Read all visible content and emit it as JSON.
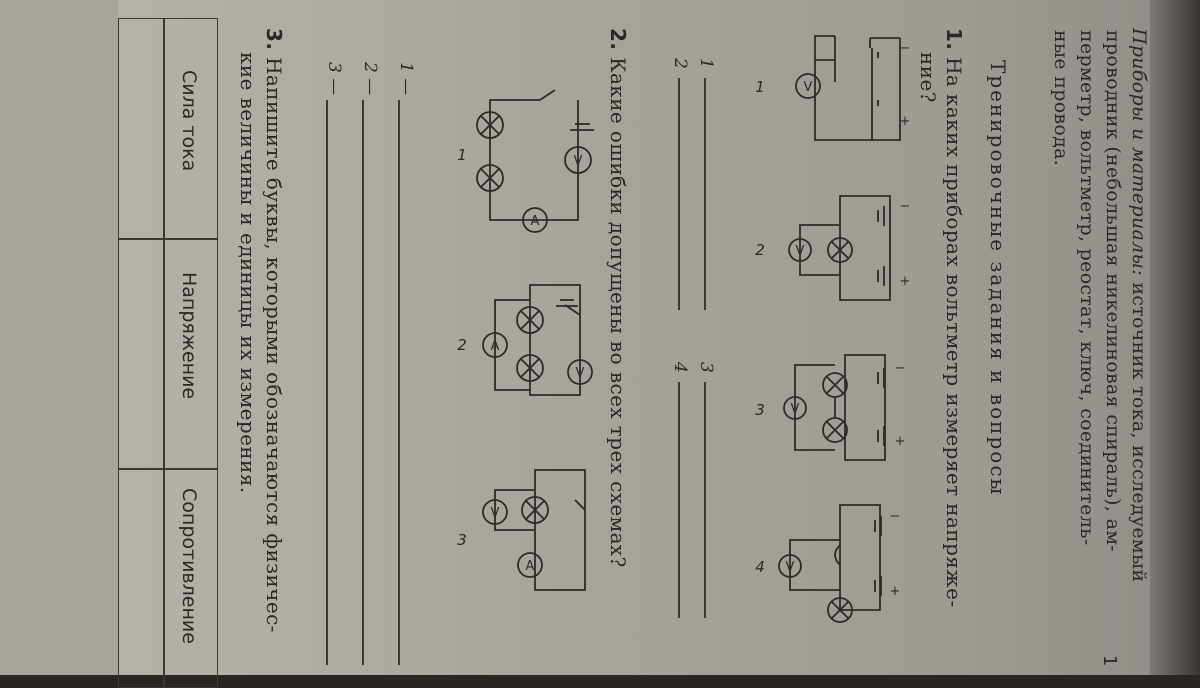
{
  "intro": {
    "label": "Приборы и материалы:",
    "line1": "источник тока, исследуемый",
    "line2": "проводник (небольшая никелиновая спираль), ам-",
    "line3": "перметр, вольтметр, реостат, ключ, соединитель-",
    "line4": "ные провода."
  },
  "section_title": "Тренировочные задания и вопросы",
  "question1": {
    "number": "1.",
    "line1": "На каких приборах вольтметр измеряет напряже-",
    "line2": "ние?",
    "figure_labels": [
      "1",
      "2",
      "3",
      "4"
    ],
    "answer_labels": [
      "1",
      "2",
      "3",
      "4"
    ]
  },
  "question2": {
    "number": "2.",
    "text": "Какие ошибки допущены во всех трех схемах?",
    "figure_labels": [
      "1",
      "2",
      "3"
    ],
    "answer_labels": [
      "1 —",
      "2 —",
      "3 —"
    ]
  },
  "question3": {
    "number": "3.",
    "line1": "Напишите буквы, которыми обозначаются физичес-",
    "line2": "кие величины и единицы их измерения."
  },
  "table": {
    "headers": [
      "Сила тока",
      "Напряжение",
      "Сопротивление"
    ]
  },
  "page_number": "1",
  "symbols": {
    "voltmeter": "V",
    "ammeter": "A",
    "plus": "+",
    "minus": "−"
  }
}
